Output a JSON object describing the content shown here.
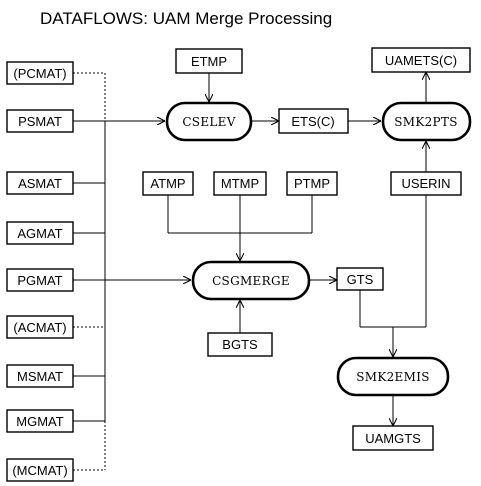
{
  "title": "DATAFLOWS:  UAM Merge Processing",
  "inputs": {
    "pcmat": "(PCMAT)",
    "psmat": "PSMAT",
    "asmat": "ASMAT",
    "agmat": "AGMAT",
    "pgmat": "PGMAT",
    "acmat": "(ACMAT)",
    "msmat": "MSMAT",
    "mgmat": "MGMAT",
    "mcmat": "(MCMAT)"
  },
  "files": {
    "etmp": "ETMP",
    "uamets": "UAMETS(C)",
    "ets": "ETS(C)",
    "atmp": "ATMP",
    "mtmp": "MTMP",
    "ptmp": "PTMP",
    "userin": "USERIN",
    "gts": "GTS",
    "bgts": "BGTS",
    "uamgts": "UAMGTS"
  },
  "processes": {
    "cselev": "CSELEV",
    "smk2pts": "SMK2PTS",
    "csgmerge": "CSGMERGE",
    "smk2emis": "SMK2EMIS"
  }
}
